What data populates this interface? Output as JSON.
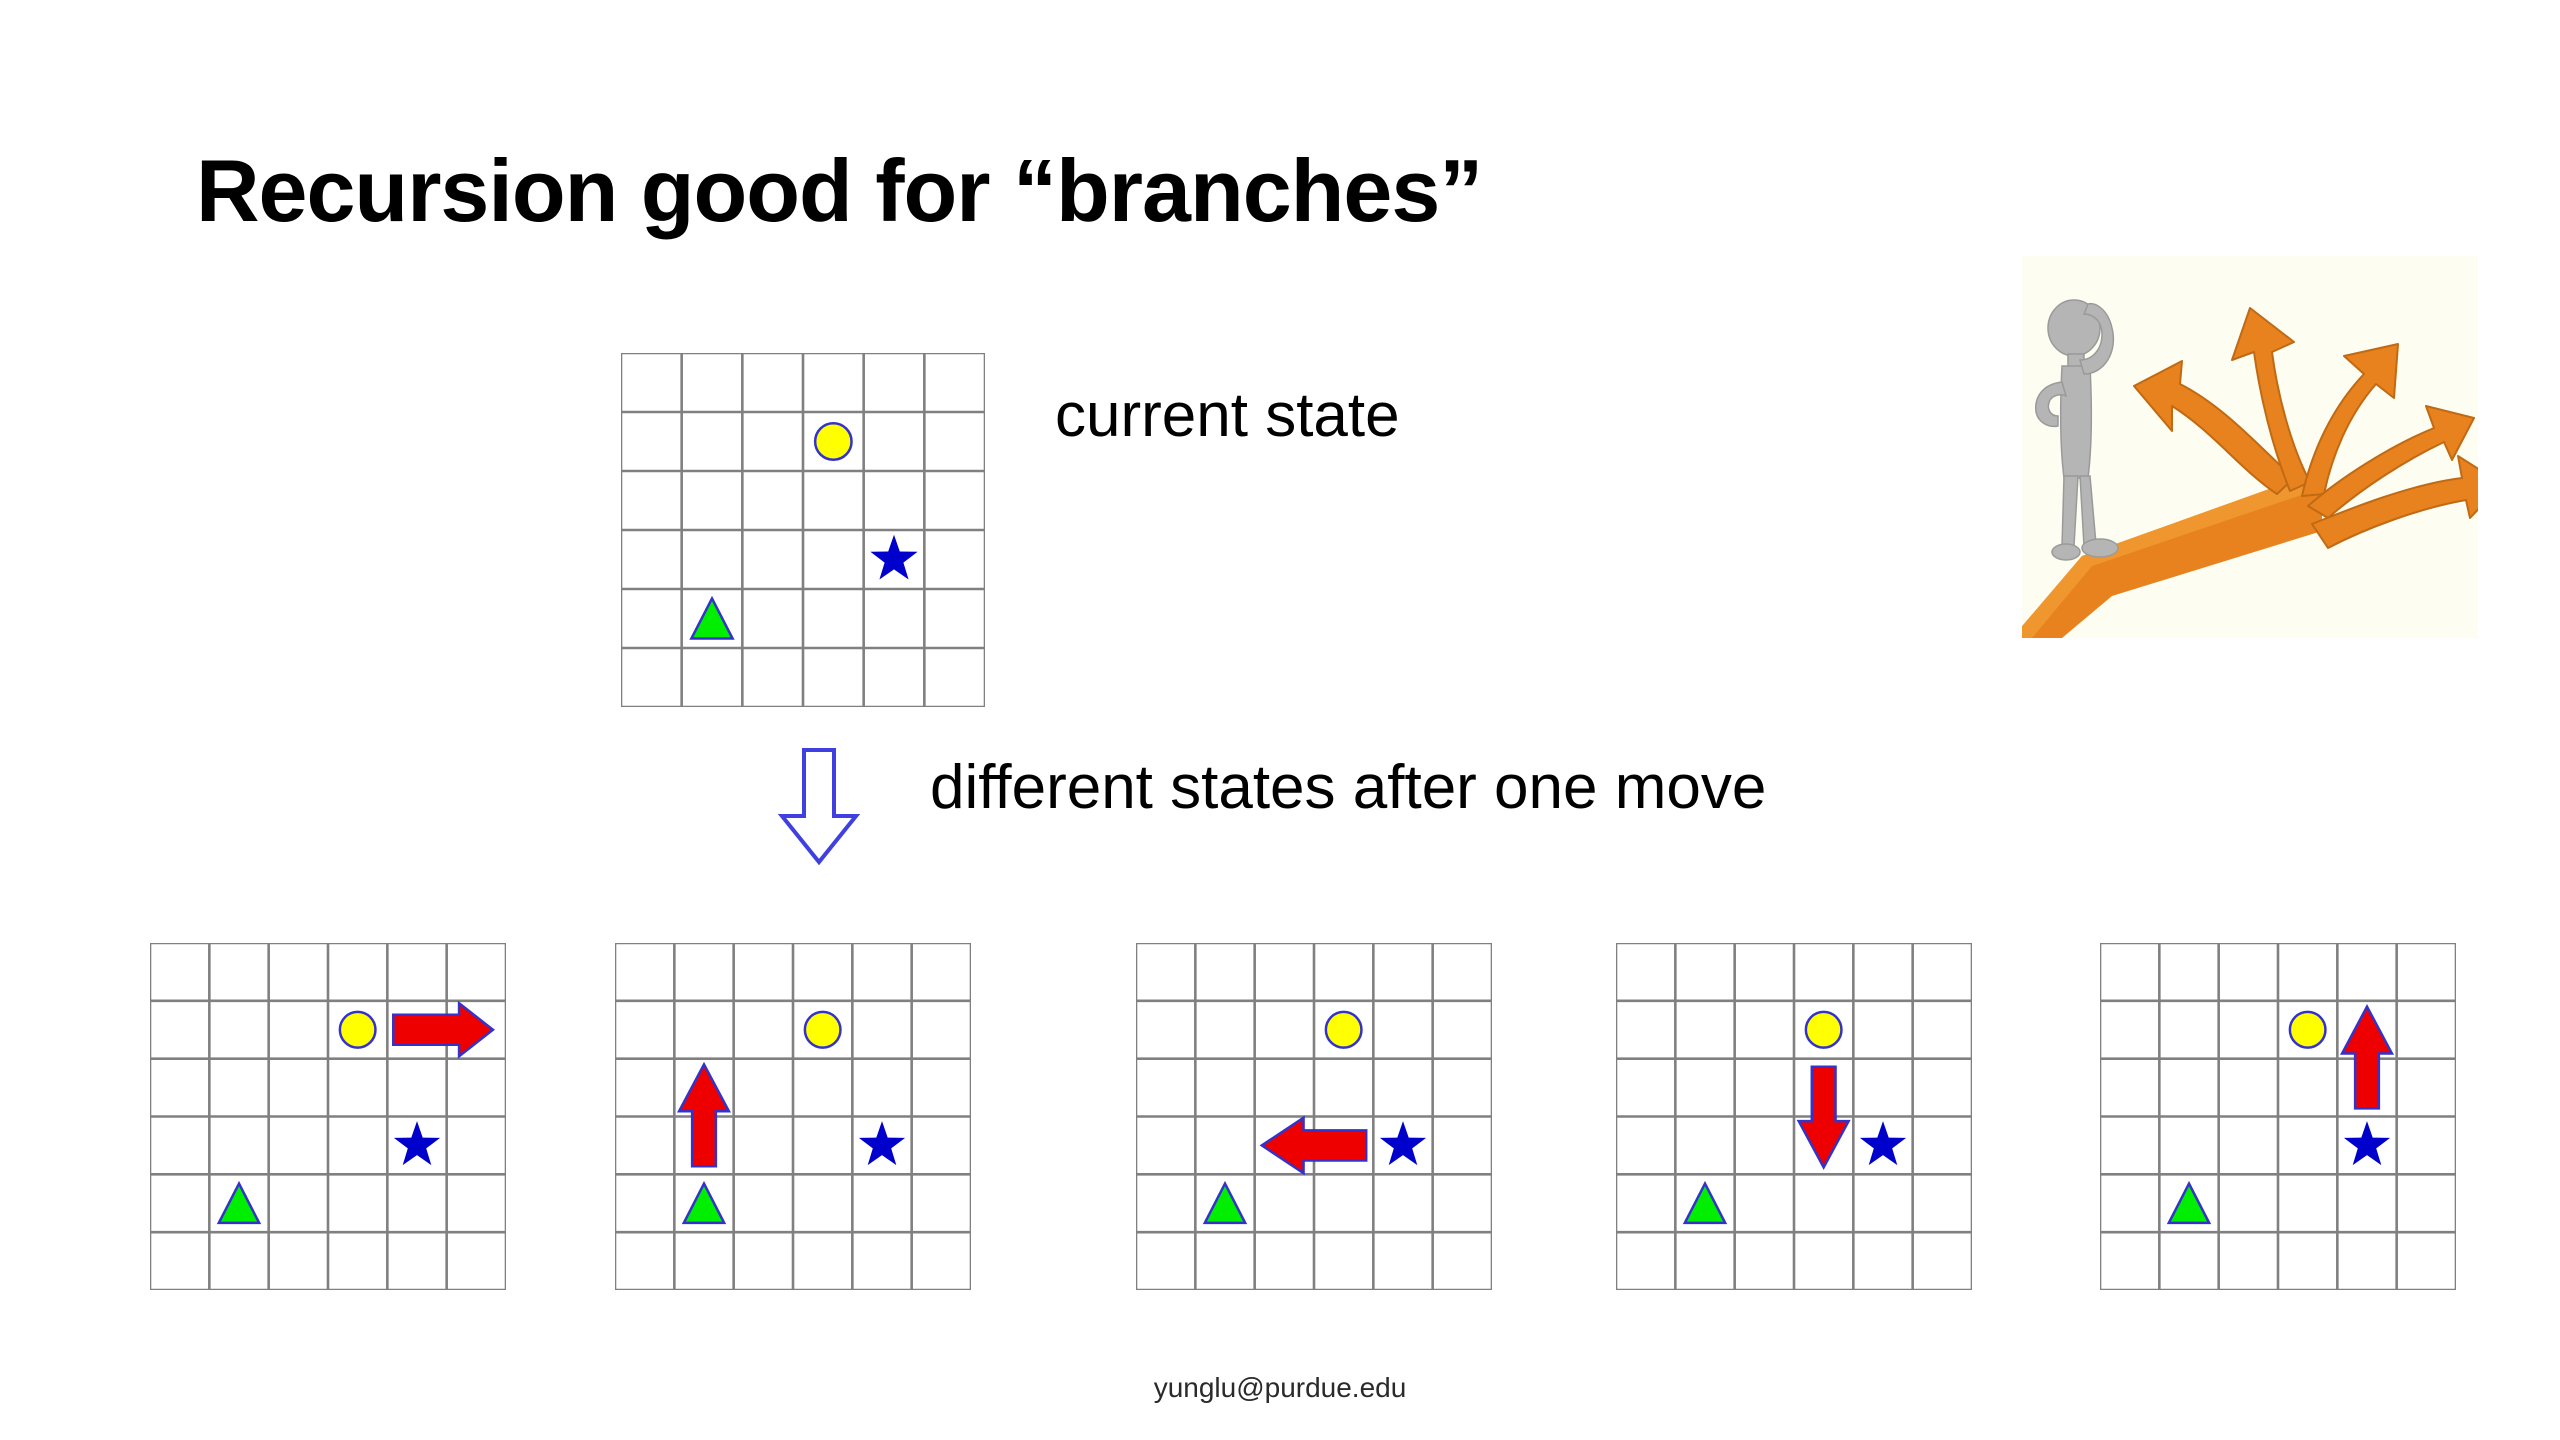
{
  "slide": {
    "title": "Recursion good for “branches”",
    "footer_email": "yunglu@purdue.edu",
    "labels": {
      "current_state": "current state",
      "different_states": "different states after one move"
    }
  },
  "colors": {
    "grid_line": "#808080",
    "circle_fill": "#FFFF00",
    "shape_outline": "#3333CC",
    "star_fill": "#0000CC",
    "triangle_fill": "#00EE00",
    "arrow_fill": "#EE0000",
    "flow_arrow_stroke": "#4040E0",
    "clipart_bg": "#FDFDF2",
    "clipart_road": "#E8821E",
    "clipart_figure": "#B8B8B8",
    "title_text": "#000000"
  },
  "board": {
    "rows": 6,
    "cols": 6
  },
  "current_state": {
    "name": "current-state-grid",
    "pieces": [
      {
        "type": "circle",
        "row": 1,
        "col": 3
      },
      {
        "type": "star",
        "row": 3,
        "col": 4
      },
      {
        "type": "triangle",
        "row": 4,
        "col": 1
      }
    ]
  },
  "next_states": [
    {
      "name": "next-state-1",
      "move": "right",
      "pieces": [
        {
          "type": "circle",
          "row": 1,
          "col": 3
        },
        {
          "type": "arrow-right",
          "row": 1,
          "col": 4,
          "span": 2
        },
        {
          "type": "star",
          "row": 3,
          "col": 4
        },
        {
          "type": "triangle",
          "row": 4,
          "col": 1
        }
      ]
    },
    {
      "name": "next-state-2",
      "move": "up",
      "pieces": [
        {
          "type": "circle",
          "row": 1,
          "col": 3
        },
        {
          "type": "arrow-up",
          "row": 2,
          "col": 1,
          "span": 2
        },
        {
          "type": "star",
          "row": 3,
          "col": 4
        },
        {
          "type": "triangle",
          "row": 4,
          "col": 1
        }
      ]
    },
    {
      "name": "next-state-3",
      "move": "left",
      "pieces": [
        {
          "type": "circle",
          "row": 1,
          "col": 3
        },
        {
          "type": "arrow-left",
          "row": 3,
          "col": 2,
          "span": 2
        },
        {
          "type": "star",
          "row": 3,
          "col": 4
        },
        {
          "type": "triangle",
          "row": 4,
          "col": 1
        }
      ]
    },
    {
      "name": "next-state-4",
      "move": "down",
      "pieces": [
        {
          "type": "circle",
          "row": 1,
          "col": 3
        },
        {
          "type": "arrow-down",
          "row": 2,
          "col": 3,
          "span": 2
        },
        {
          "type": "star",
          "row": 3,
          "col": 4
        },
        {
          "type": "triangle",
          "row": 4,
          "col": 1
        }
      ]
    },
    {
      "name": "next-state-5",
      "move": "up",
      "pieces": [
        {
          "type": "circle",
          "row": 1,
          "col": 3
        },
        {
          "type": "arrow-up",
          "row": 1,
          "col": 4,
          "span": 2
        },
        {
          "type": "star",
          "row": 3,
          "col": 4
        },
        {
          "type": "triangle",
          "row": 4,
          "col": 1
        }
      ]
    }
  ],
  "clipart": {
    "name": "person-at-branching-path",
    "description": "gray 3D figure scratching head standing on orange road that branches into five arrows",
    "arrow_count": 5
  }
}
